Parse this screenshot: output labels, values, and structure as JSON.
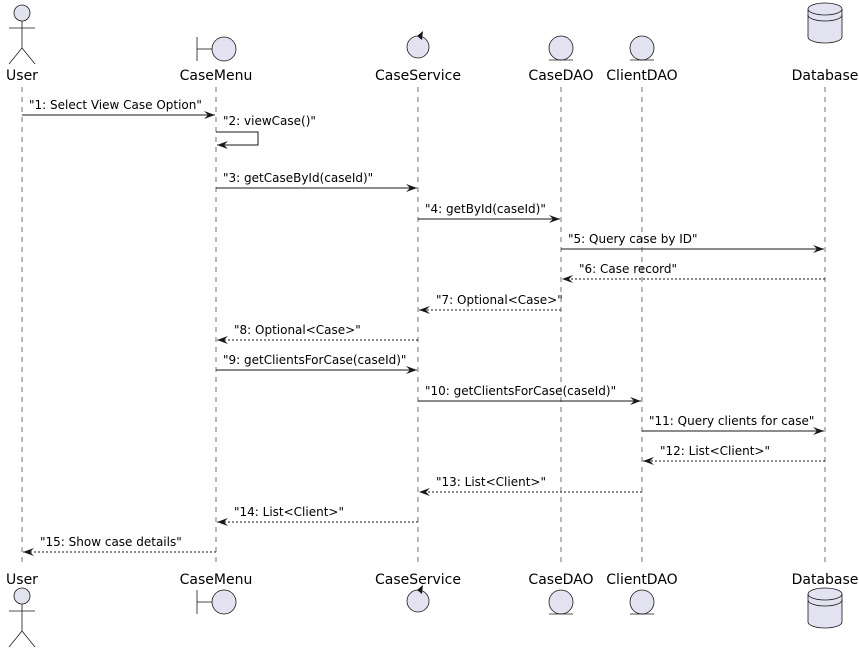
{
  "participants": [
    {
      "id": "user",
      "name": "User",
      "kind": "actor"
    },
    {
      "id": "casemenu",
      "name": "CaseMenu",
      "kind": "boundary"
    },
    {
      "id": "caseservice",
      "name": "CaseService",
      "kind": "control"
    },
    {
      "id": "casedao",
      "name": "CaseDAO",
      "kind": "entity"
    },
    {
      "id": "clientdao",
      "name": "ClientDAO",
      "kind": "entity"
    },
    {
      "id": "database",
      "name": "Database",
      "kind": "database"
    }
  ],
  "messages": [
    {
      "from": "user",
      "to": "casemenu",
      "label": "\"1: Select View Case Option\"",
      "style": "solid"
    },
    {
      "from": "casemenu",
      "to": "casemenu",
      "label": "\"2: viewCase()\"",
      "style": "solid"
    },
    {
      "from": "casemenu",
      "to": "caseservice",
      "label": "\"3: getCaseById(caseId)\"",
      "style": "solid"
    },
    {
      "from": "caseservice",
      "to": "casedao",
      "label": "\"4: getById(caseId)\"",
      "style": "solid"
    },
    {
      "from": "casedao",
      "to": "database",
      "label": "\"5: Query case by ID\"",
      "style": "solid"
    },
    {
      "from": "database",
      "to": "casedao",
      "label": "\"6: Case record\"",
      "style": "dashed"
    },
    {
      "from": "casedao",
      "to": "caseservice",
      "label": "\"7: Optional<Case>\"",
      "style": "dashed"
    },
    {
      "from": "caseservice",
      "to": "casemenu",
      "label": "\"8: Optional<Case>\"",
      "style": "dashed"
    },
    {
      "from": "casemenu",
      "to": "caseservice",
      "label": "\"9: getClientsForCase(caseId)\"",
      "style": "solid"
    },
    {
      "from": "caseservice",
      "to": "clientdao",
      "label": "\"10: getClientsForCase(caseId)\"",
      "style": "solid"
    },
    {
      "from": "clientdao",
      "to": "database",
      "label": "\"11: Query clients for case\"",
      "style": "solid"
    },
    {
      "from": "database",
      "to": "clientdao",
      "label": "\"12: List<Client>\"",
      "style": "dashed"
    },
    {
      "from": "clientdao",
      "to": "caseservice",
      "label": "\"13: List<Client>\"",
      "style": "dashed"
    },
    {
      "from": "caseservice",
      "to": "casemenu",
      "label": "\"14: List<Client>\"",
      "style": "dashed"
    },
    {
      "from": "casemenu",
      "to": "user",
      "label": "\"15: Show case details\"",
      "style": "dashed"
    }
  ],
  "colors": {
    "participant_fill": "#E2E2F0",
    "participant_stroke": "#181818",
    "lifeline": "#181818",
    "arrow": "#181818",
    "background": "#FFFFFF"
  }
}
